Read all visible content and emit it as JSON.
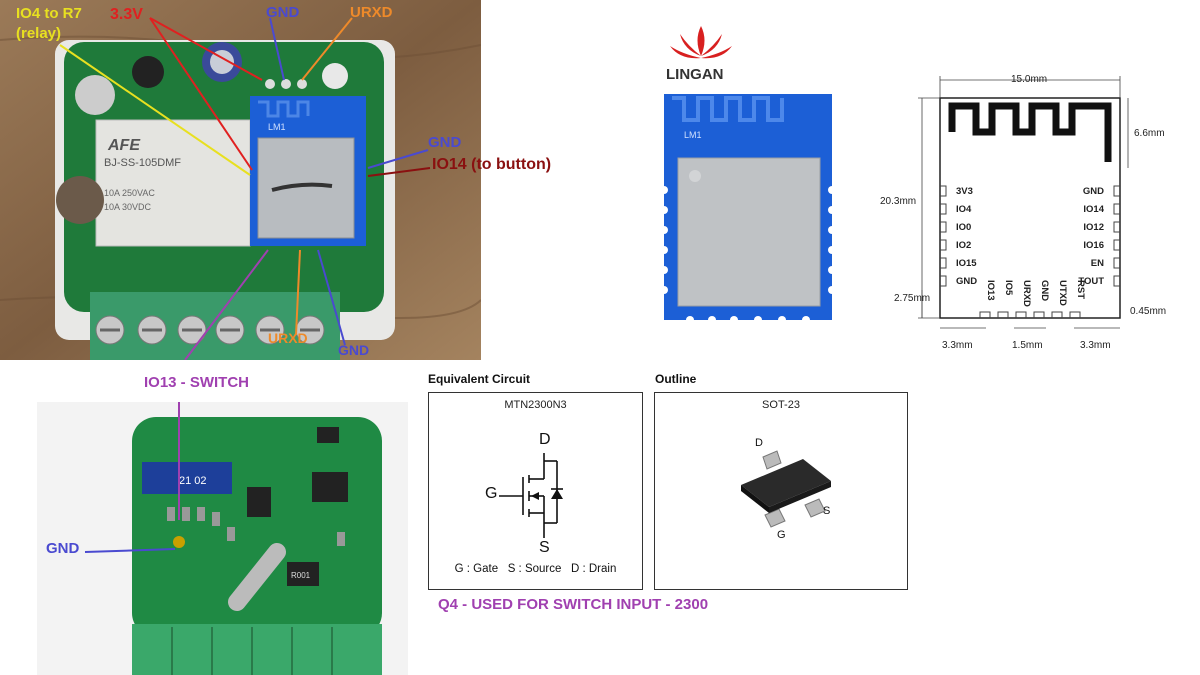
{
  "photo1": {
    "labels": {
      "io4": "IO4 to R7\n(relay)",
      "v33": "3.3V",
      "gnd_top": "GND",
      "urxd_top": "URXD",
      "gnd_right": "GND",
      "io14": "IO14 (to button)",
      "urxd_bottom": "URXD",
      "gnd_bottom": "GND",
      "io13": "IO13 - SWITCH"
    },
    "relay_text": [
      "AFE",
      "BJ-SS-105DMF",
      "10A 250VAC",
      "10A 30VDC"
    ],
    "module_text": "LM1"
  },
  "photo2": {
    "gnd_label": "GND",
    "pcb_text": [
      "21 02",
      "R001"
    ]
  },
  "module": {
    "brand": "LINGAN",
    "silk": "LM1",
    "dims": {
      "width": "15.0mm",
      "height": "20.3mm",
      "antenna": "6.6mm",
      "bottom": "2.75mm",
      "pad": "0.45mm",
      "left": "3.3mm",
      "mid": "1.5mm",
      "right": "3.3mm"
    },
    "left_pins": [
      "3V3",
      "IO4",
      "IO0",
      "IO2",
      "IO15",
      "GND"
    ],
    "right_pins": [
      "GND",
      "IO14",
      "IO12",
      "IO16",
      "EN",
      "TOUT"
    ],
    "bottom_pins": [
      "IO13",
      "IO5",
      "URXD",
      "GND",
      "UTXD",
      "RST"
    ]
  },
  "equivalent": {
    "heading": "Equivalent Circuit",
    "part": "MTN2300N3",
    "d": "D",
    "g": "G",
    "s": "S",
    "legend": "G : Gate   S : Source   D : Drain"
  },
  "outline": {
    "heading": "Outline",
    "package": "SOT-23",
    "d": "D",
    "s": "S",
    "g": "G"
  },
  "caption": "Q4 - USED FOR SWITCH INPUT - 2300",
  "colors": {
    "red": "#e02020",
    "blue": "#4a4ad0",
    "orange": "#ee8a2a",
    "yellow": "#e8e020",
    "darkred": "#8a1010",
    "purple": "#a040b0",
    "pcb": "#1f7a3a",
    "module_blue": "#1c5fd6"
  }
}
